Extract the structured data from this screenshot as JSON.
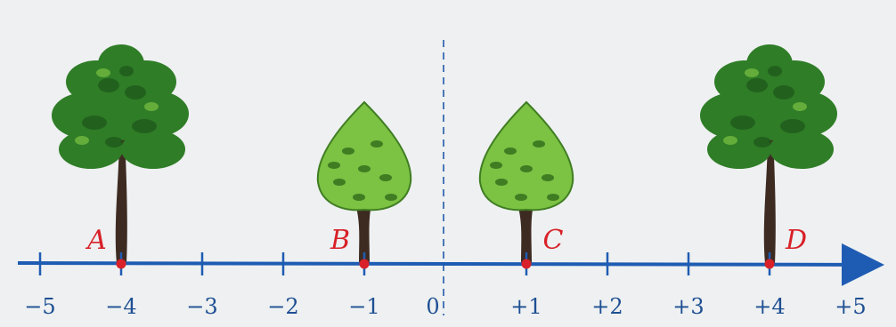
{
  "number_line": {
    "ticks": [
      {
        "value": -5,
        "label": "−5"
      },
      {
        "value": -4,
        "label": "−4"
      },
      {
        "value": -3,
        "label": "−3"
      },
      {
        "value": -2,
        "label": "−2"
      },
      {
        "value": -1,
        "label": "−1"
      },
      {
        "value": 0,
        "label": "0"
      },
      {
        "value": 1,
        "label": "+1"
      },
      {
        "value": 2,
        "label": "+2"
      },
      {
        "value": 3,
        "label": "+3"
      },
      {
        "value": 4,
        "label": "+4"
      },
      {
        "value": 5,
        "label": "+5"
      }
    ],
    "origin_value": 0
  },
  "points": [
    {
      "label": "A",
      "value": -4,
      "tree": "pine"
    },
    {
      "label": "B",
      "value": -1,
      "tree": "round"
    },
    {
      "label": "C",
      "value": 1,
      "tree": "round"
    },
    {
      "label": "D",
      "value": 4,
      "tree": "pine"
    }
  ],
  "colors": {
    "axis": "#1e5cb3",
    "labels": "#1e4f93",
    "points": "#d82128",
    "foliage_dark": "#2f7d27",
    "foliage_light": "#7cc243",
    "trunk": "#3d2b22",
    "dashed_line": "#4a78b8"
  }
}
